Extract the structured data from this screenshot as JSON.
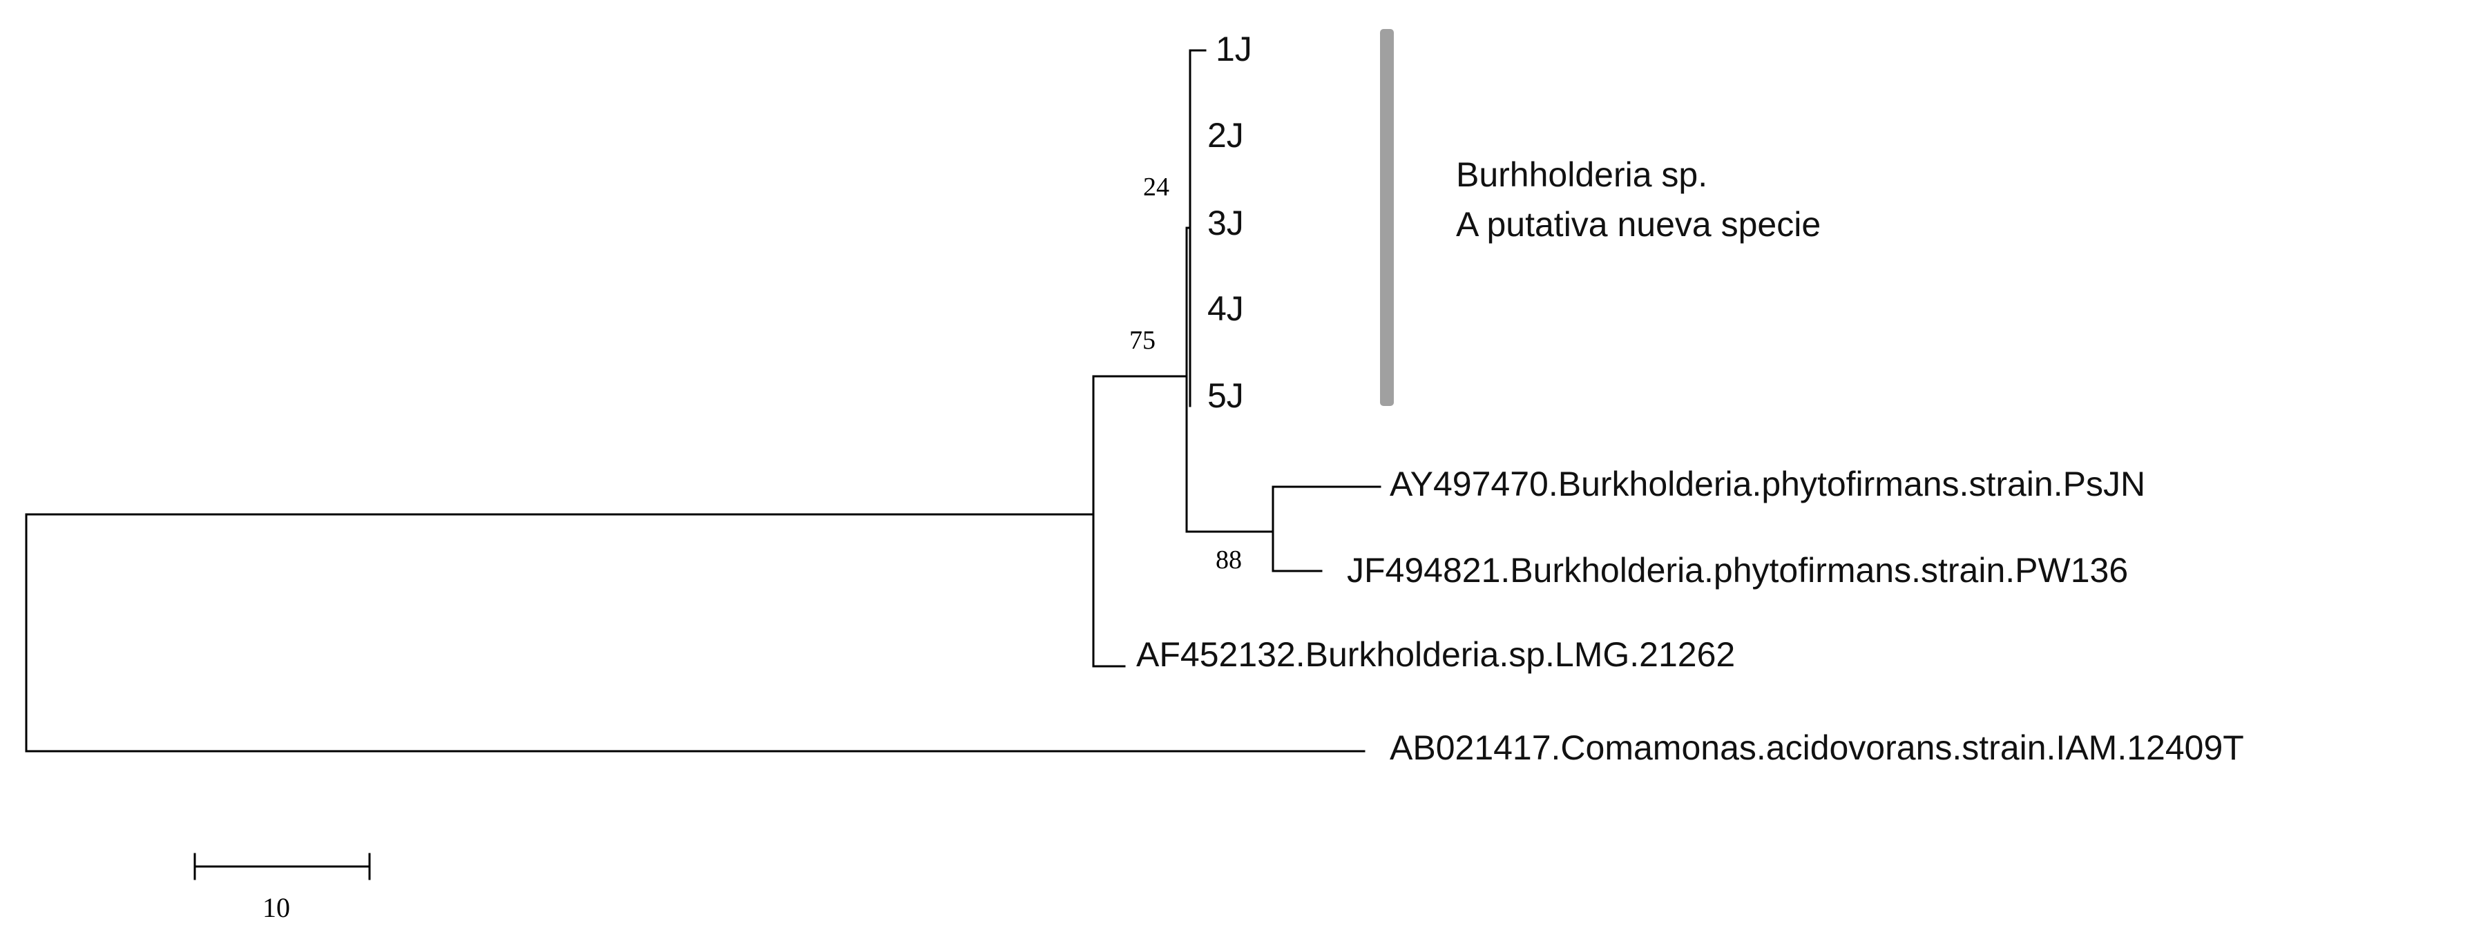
{
  "tree": {
    "leaves": {
      "l1j": "1J",
      "l2j": "2J",
      "l3j": "3J",
      "l4j": "4J",
      "l5j": "5J",
      "ay497470": "AY497470.Burkholderia.phytofirmans.strain.PsJN",
      "jf494821": "JF494821.Burkholderia.phytofirmans.strain.PW136",
      "af452132": "AF452132.Burkholderia.sp.LMG.21262",
      "ab021417": "AB021417.Comamonas.acidovorans.strain.IAM.12409T"
    },
    "bootstrap": {
      "clade_j": "24",
      "clade_ingroup": "75",
      "clade_phytofirmans": "88"
    }
  },
  "annotation": {
    "line1": "Burhholderia sp.",
    "line2": "A putativa nueva specie",
    "bar_color": "#a0a0a0"
  },
  "scale_bar": {
    "label": "10"
  }
}
